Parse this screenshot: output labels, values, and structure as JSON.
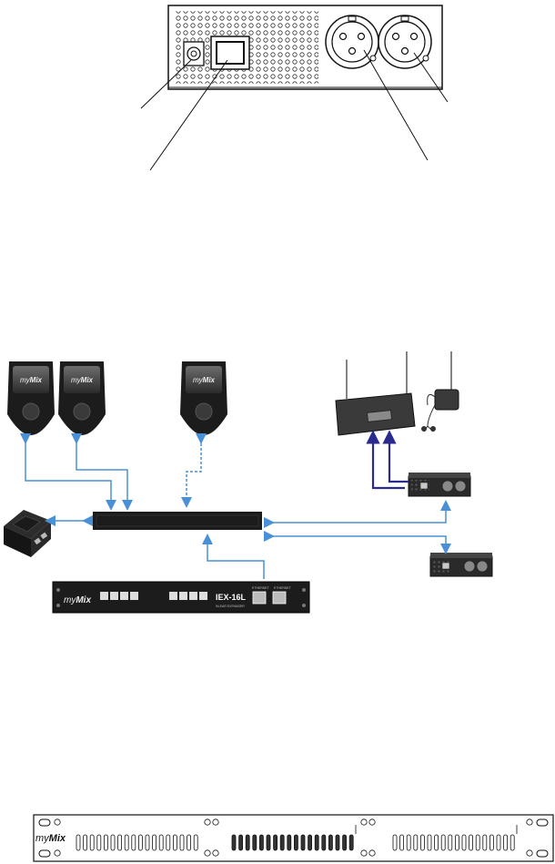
{
  "brand": {
    "my": "my",
    "mix": "Mix"
  },
  "iex": {
    "model": "IEX-16L",
    "subtitle": "IN-EAR EXPANDER",
    "port_labels": [
      "ETHERNET",
      "ETHERNET"
    ]
  },
  "colors": {
    "ethernet_link": "#4a90d6",
    "analog_link": "#2b2b8f",
    "device_body": "#1c1c1c",
    "panel_stroke": "#111111"
  },
  "icons": {
    "power_jack": "dc-jack-icon",
    "power_switch": "rocker-switch-icon",
    "xlr": "xlr-connector-icon"
  }
}
